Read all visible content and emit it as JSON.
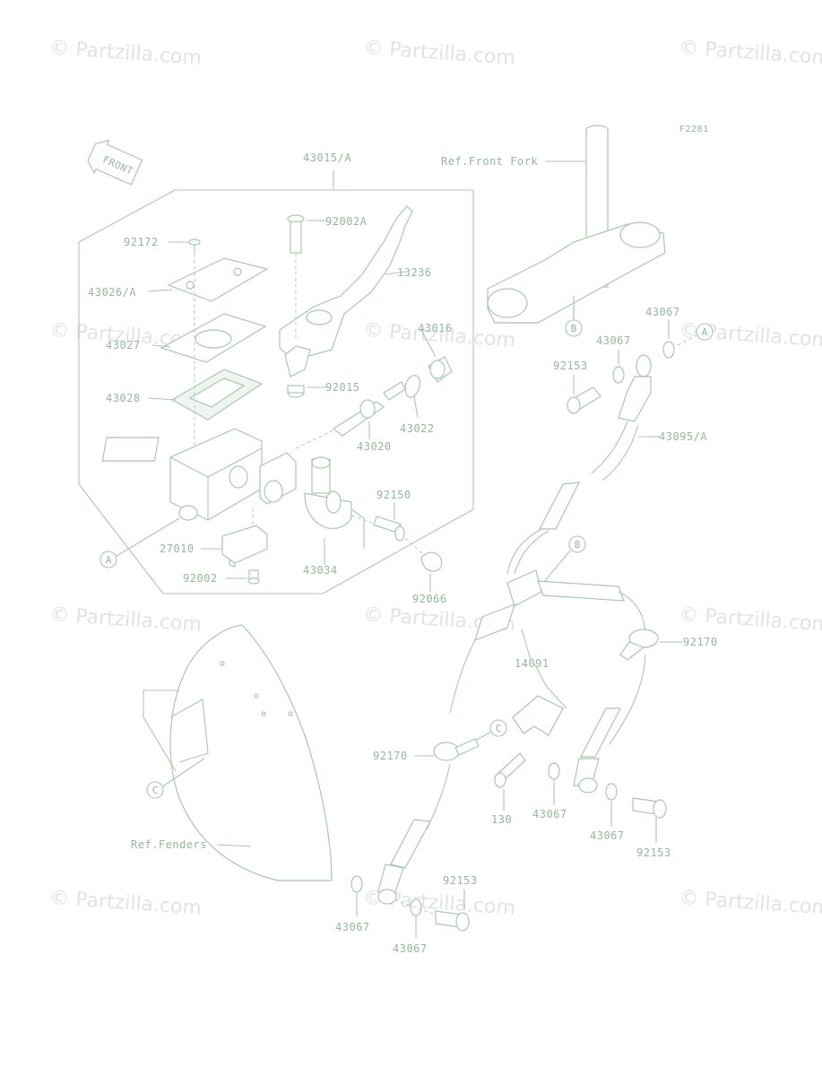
{
  "watermarks": [
    "© Partzilla.com",
    "© Partzilla.com",
    "© Partzilla.com",
    "© Partzilla.com",
    "© Partzilla.com",
    "© Partzilla.com",
    "© Partzilla.com",
    "© Partzilla.com",
    "© Partzilla.com",
    "© Partzilla.com",
    "© Partzilla.com",
    "© Partzilla.com"
  ],
  "figure_code": "F2281",
  "front_arrow": "FRONT",
  "ref_labels": {
    "front_fork": "Ref.Front Fork",
    "fenders": "Ref.Fenders"
  },
  "part_labels": {
    "p43015A": "43015/A",
    "p92002A": "92002A",
    "p92172": "92172",
    "p43026A": "43026/A",
    "p13236": "13236",
    "p43027": "43027",
    "p43016": "43016",
    "p92015": "92015",
    "p43028": "43028",
    "p43022": "43022",
    "p43020": "43020",
    "p92150": "92150",
    "p27010": "27010",
    "p92002": "92002",
    "p43034": "43034",
    "p92066": "92066",
    "p43067_a": "43067",
    "p43067_b": "43067",
    "p92153_a": "92153",
    "p43095A": "43095/A",
    "p92170_a": "92170",
    "p14091": "14091",
    "p92170_b": "92170",
    "p130": "130",
    "p43067_c": "43067",
    "p43067_d": "43067",
    "p92153_b": "92153",
    "p92153_c": "92153",
    "p43067_e": "43067",
    "p43067_f": "43067"
  },
  "callouts": [
    "A",
    "A",
    "B",
    "B",
    "C",
    "C"
  ]
}
